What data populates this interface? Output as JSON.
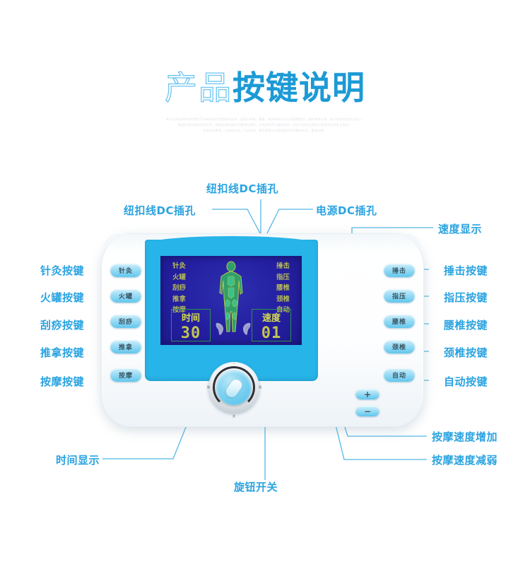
{
  "page": {
    "title_light": "产品",
    "title_bold": "按键说明",
    "subtext_line1": "本产品采用多种中医理疗手法结合现代低频脉冲技术，适用于颈椎、腰椎、肩部等部位的日常保健理疗，操作简单方便，老少皆宜使用安全放心。",
    "subtext_line2": "使用前请仔细阅读说明书，按照正确的操作步骤进行操作，以免造成不必要的损伤，若有不适请立即停止使用并咨询医生意见。",
    "subtext_line3": "本图仅供参考，以实物为准。产品外观、颜色等细节可能因批次不同略有差异，敬请谅解。"
  },
  "device": {
    "lcd": {
      "left_modes": [
        "针灸",
        "火罐",
        "刮痧",
        "推拿",
        "按摩"
      ],
      "right_modes": [
        "捶击",
        "指压",
        "腰椎",
        "颈椎",
        "自动"
      ],
      "time": {
        "label": "时间",
        "value": "30"
      },
      "speed": {
        "label": "速度",
        "value": "01"
      }
    },
    "left_buttons": [
      "针灸",
      "火罐",
      "刮痧",
      "推拿",
      "按摩"
    ],
    "right_buttons": [
      "捶击",
      "指压",
      "腰椎",
      "颈椎",
      "自动"
    ],
    "plus_button": "+",
    "minus_button": "−",
    "knob_ticks": {
      "top": "•",
      "left": "弱",
      "right": "强",
      "bottom": "关"
    }
  },
  "callouts": {
    "top_center": "纽扣线DC插孔",
    "top_left": "纽扣线DC插孔",
    "top_right": "电源DC插孔",
    "speed_display": "速度显示",
    "left_labels": [
      "针灸按键",
      "火罐按键",
      "刮痧按键",
      "推拿按键",
      "按摩按键"
    ],
    "right_labels": [
      "捶击按键",
      "指压按键",
      "腰椎按键",
      "颈椎按键",
      "自动按键"
    ],
    "time_display": "时间显示",
    "knob_switch": "旋钮开关",
    "speed_up": "按摩速度增加",
    "speed_down": "按摩速度减弱"
  },
  "colors": {
    "accent": "#2aa3e0",
    "panel": "#27b4e8",
    "lcd_bg": "#241fa0",
    "lcd_text": "#cfd44a",
    "body_green": "#2f9e6b"
  }
}
